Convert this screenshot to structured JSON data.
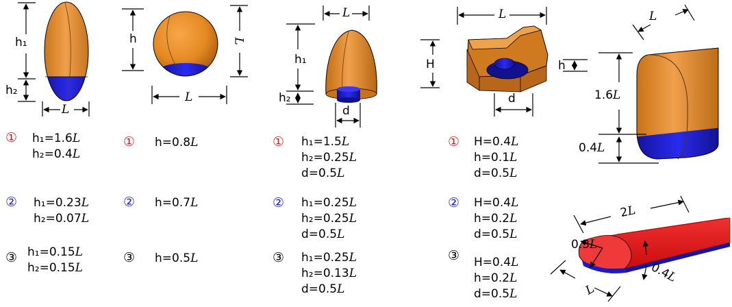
{
  "colors": {
    "body": "#e58a22",
    "body_dark": "#b86712",
    "tip": "#1f1fd6",
    "tip_dark": "#0b0b8a",
    "wing": "#e41414",
    "case1": "#e41414",
    "case2": "#1c1cd4",
    "case3": "#000000"
  },
  "case_markers": {
    "c1": "①",
    "c2": "②",
    "c3": "③"
  },
  "shapes": {
    "ellipsoid": {
      "dims": {
        "h1": "h₁",
        "h2": "h₂",
        "L": "L"
      },
      "cases": [
        {
          "l1a": "h₁=1.6",
          "l1b": "L",
          "l2a": "h₂=0.4",
          "l2b": "L"
        },
        {
          "l1a": "h₁=0.23",
          "l1b": "L",
          "l2a": "h₂=0.07",
          "l2b": "L"
        },
        {
          "l1a": "h₁=0.15",
          "l1b": "L",
          "l2a": "h₂=0.15",
          "l2b": "L"
        }
      ]
    },
    "sphere": {
      "dims": {
        "h": "h",
        "L_side": "L",
        "L": "L"
      },
      "cases": [
        {
          "l1a": "h=0.8",
          "l1b": "L"
        },
        {
          "l1a": "h=0.7",
          "l1b": "L"
        },
        {
          "l1a": "h=0.5",
          "l1b": "L"
        }
      ]
    },
    "bullet": {
      "dims": {
        "L": "L",
        "h1": "h₁",
        "h2": "h₂",
        "d": "d"
      },
      "cases": [
        {
          "l1a": "h₁=1.5",
          "l1b": "L",
          "l2a": "h₂=0.25",
          "l2b": "L",
          "l3a": "d=0.5",
          "l3b": "L"
        },
        {
          "l1a": "h₁=0.25",
          "l1b": "L",
          "l2a": "h₂=0.25",
          "l2b": "L",
          "l3a": "d=0.5",
          "l3b": "L"
        },
        {
          "l1a": "h₁=0.25",
          "l1b": "L",
          "l2a": "h₂=0.13",
          "l2b": "L",
          "l3a": "d=0.5",
          "l3b": "L"
        }
      ]
    },
    "block": {
      "dims": {
        "L": "L",
        "H": "H",
        "h": "h",
        "d": "d"
      },
      "cases": [
        {
          "l1a": "H=0.4",
          "l1b": "L",
          "l2a": "h=0.1",
          "l2b": "L",
          "l3a": "d=0.5",
          "l3b": "L"
        },
        {
          "l1a": "H=0.4",
          "l1b": "L",
          "l2a": "h=0.2",
          "l2b": "L",
          "l3a": "d=0.5",
          "l3b": "L"
        },
        {
          "l1a": "H=0.4",
          "l1b": "L",
          "l2a": "h=0.2",
          "l2b": "L",
          "l3a": "d=0.5",
          "l3b": "L"
        }
      ]
    },
    "cylinder": {
      "dims": {
        "L": "L",
        "h1a": "1.6",
        "h1b": "L",
        "h2a": "0.4",
        "h2b": "L"
      }
    },
    "wing": {
      "dims": {
        "span_a": "2",
        "span_b": "L",
        "thick_a": "0.3",
        "thick_b": "L",
        "side_a": "0.4",
        "side_b": "L",
        "chord": "L"
      }
    }
  }
}
